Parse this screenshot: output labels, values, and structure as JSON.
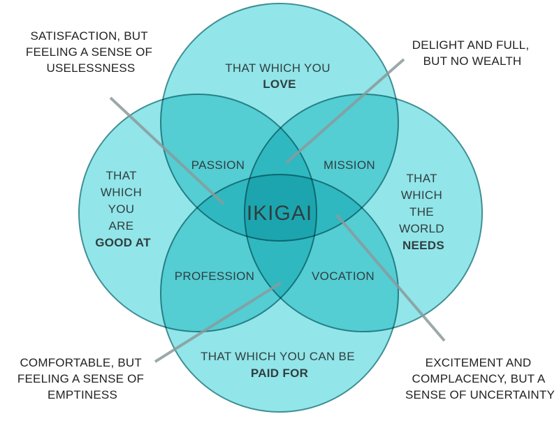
{
  "colors": {
    "circle_fill": "#7fe0e4",
    "circle_stroke": "#3f8f94",
    "pointer_line": "#8a9a9c",
    "text": "#2f3e40"
  },
  "circles": {
    "love": {
      "line1": "THAT WHICH YOU",
      "bold": "LOVE"
    },
    "good_at": {
      "line1": "THAT",
      "line2": "WHICH",
      "line3": "YOU",
      "line4": "ARE",
      "bold": "GOOD AT"
    },
    "world_needs": {
      "line1": "THAT",
      "line2": "WHICH",
      "line3": "THE",
      "line4": "WORLD",
      "bold": "NEEDS"
    },
    "paid_for": {
      "line1": "THAT WHICH YOU CAN BE",
      "bold": "PAID FOR"
    }
  },
  "overlaps": {
    "passion": "PASSION",
    "mission": "MISSION",
    "profession": "PROFESSION",
    "vocation": "VOCATION",
    "center": "IKIGAI"
  },
  "annotations": {
    "top_left": {
      "line1": "SATISFACTION, BUT",
      "line2": "FEELING A SENSE OF",
      "line3": "USELESSNESS"
    },
    "top_right": {
      "line1": "DELIGHT AND FULL,",
      "line2": "BUT NO WEALTH"
    },
    "bottom_left": {
      "line1": "COMFORTABLE, BUT",
      "line2": "FEELING A SENSE OF",
      "line3": "EMPTINESS"
    },
    "bottom_right": {
      "line1": "EXCITEMENT AND",
      "line2": "COMPLACENCY, BUT A",
      "line3": "SENSE OF UNCERTAINTY"
    }
  }
}
